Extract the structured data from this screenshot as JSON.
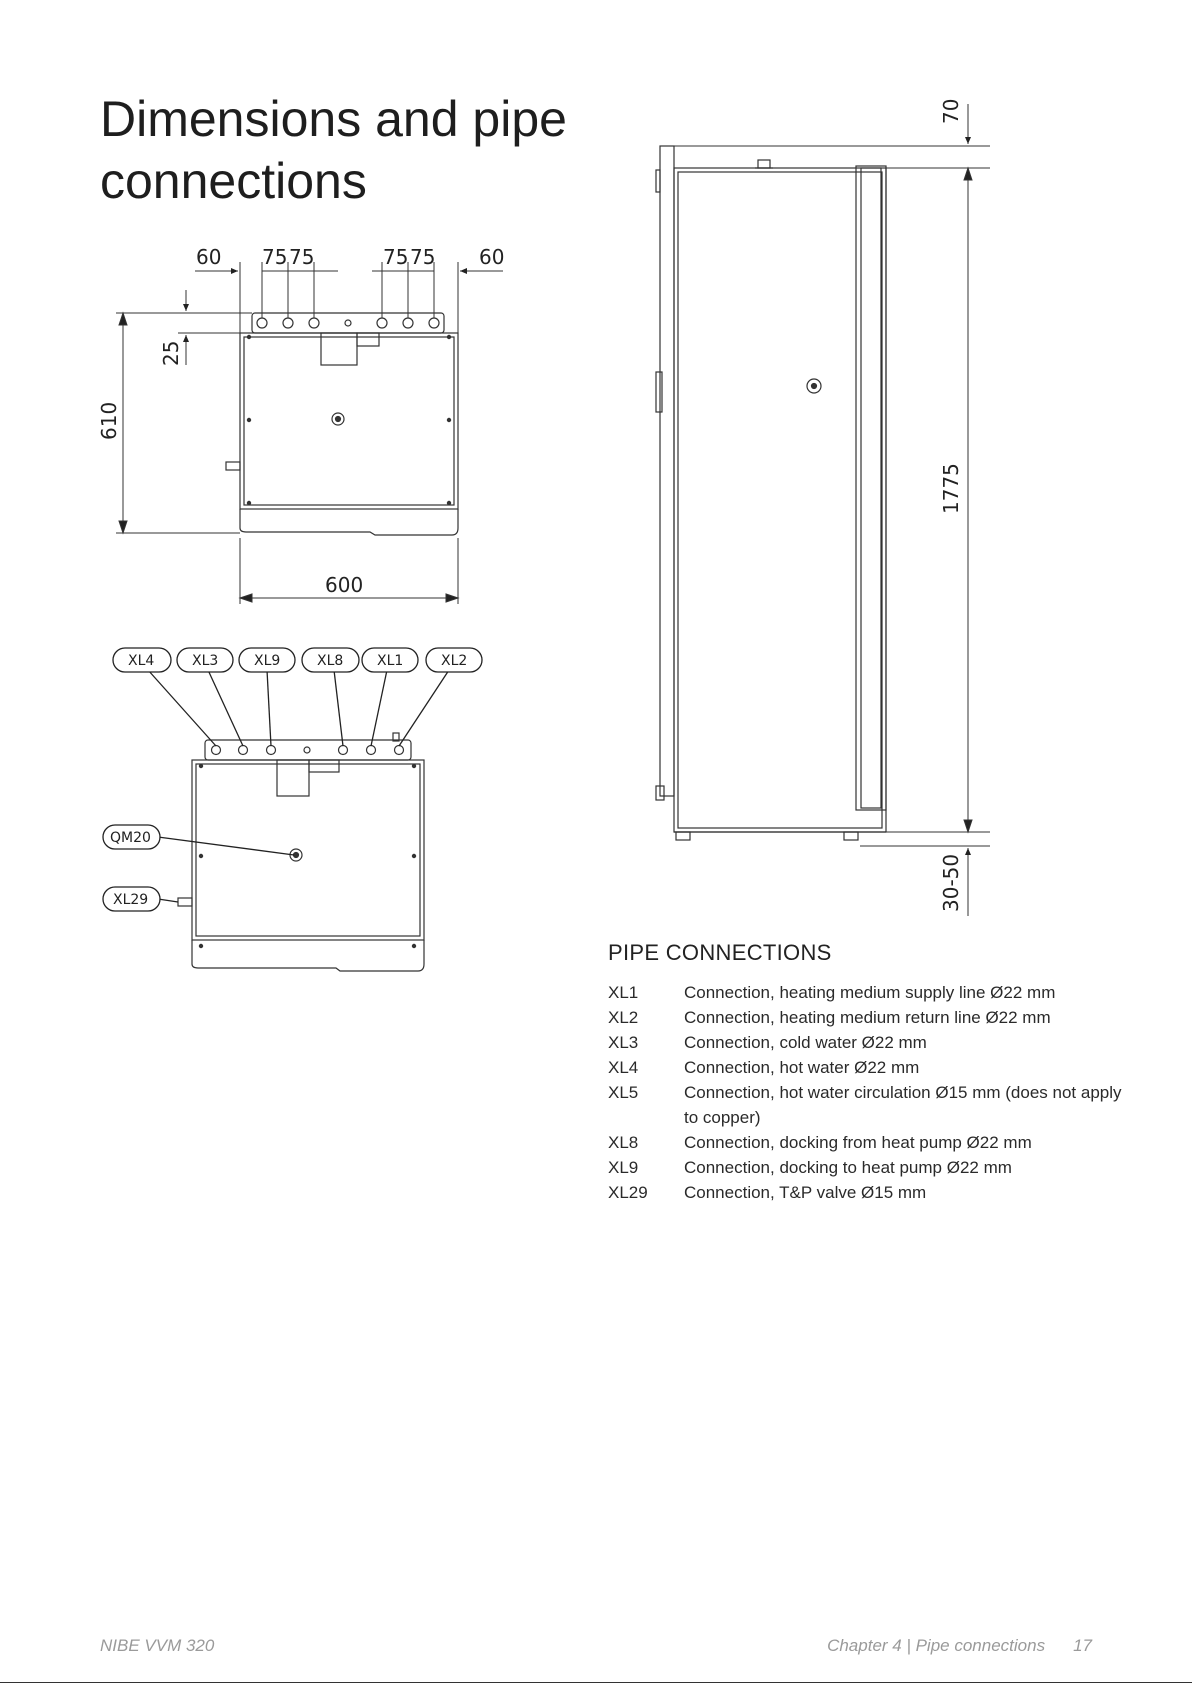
{
  "page": {
    "title": "Dimensions and pipe connections"
  },
  "top_view": {
    "dims_top": [
      "60",
      "75",
      "75",
      "75",
      "75",
      "60"
    ],
    "dim_depth_offset": "25",
    "dim_depth": "610",
    "dim_width": "600"
  },
  "side_view": {
    "dim_top_gap": "70",
    "dim_height": "1775",
    "dim_feet": "30-50"
  },
  "connection_view": {
    "tags": [
      "XL4",
      "XL3",
      "XL9",
      "XL8",
      "XL1",
      "XL2",
      "QM20",
      "XL29"
    ]
  },
  "pipe_connections": {
    "heading": "PIPE CONNECTIONS",
    "items": [
      {
        "code": "XL1",
        "desc": "Connection, heating medium supply line Ø22 mm"
      },
      {
        "code": "XL2",
        "desc": "Connection, heating medium return line Ø22 mm"
      },
      {
        "code": "XL3",
        "desc": "Connection, cold water Ø22 mm"
      },
      {
        "code": "XL4",
        "desc": "Connection, hot water Ø22 mm"
      },
      {
        "code": "XL5",
        "desc": "Connection, hot water circulation Ø15 mm (does not apply to copper)"
      },
      {
        "code": "XL8",
        "desc": "Connection, docking from heat pump Ø22 mm"
      },
      {
        "code": "XL9",
        "desc": "Connection, docking to heat pump Ø22 mm"
      },
      {
        "code": "XL29",
        "desc": "Connection, T&P valve Ø15 mm"
      }
    ]
  },
  "footer": {
    "product": "NIBE VVM 320",
    "chapter": "Chapter 4 | Pipe connections",
    "page_number": "17"
  }
}
